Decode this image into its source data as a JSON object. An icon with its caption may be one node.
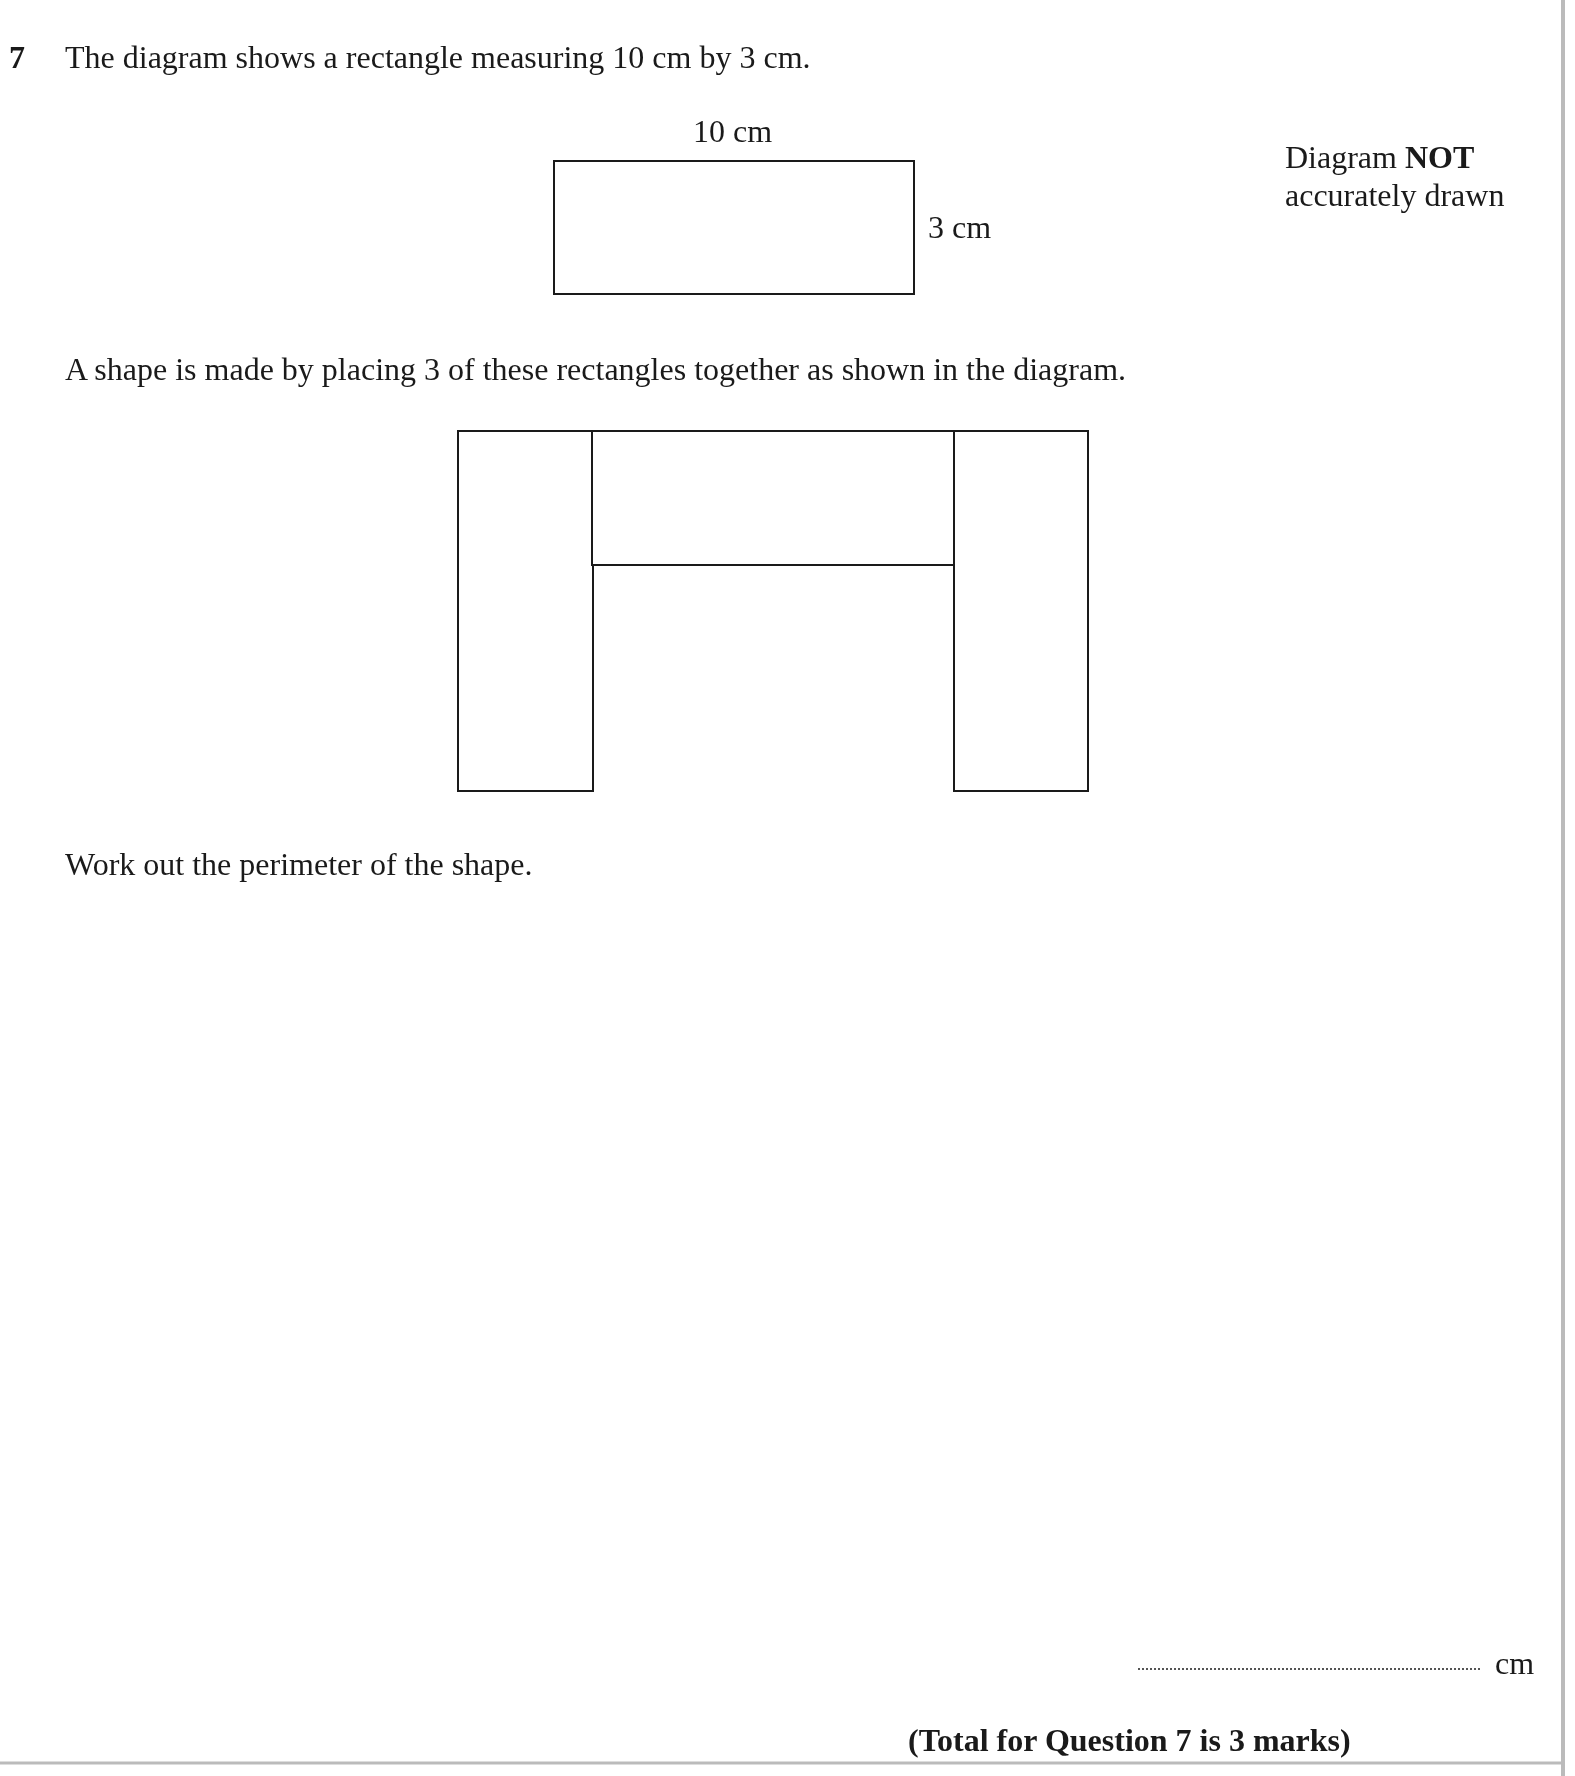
{
  "diagram": {
    "nodes": [
      {
        "text": [],
        "shape": "box"
      },
      {
        "text": [],
        "shape": "box"
      },
      {
        "text": [],
        "shape": "box"
      },
      {
        "text": [],
        "shape": "box"
      }
    ],
    "labels": [
      "7",
      "The diagram shows a rectangle measuring 10 cm by 3 cm.",
      "10 cm",
      "3 cm",
      "Diagram **NOT** accurately drawn",
      "A shape is made by placing 3 of these rectangles together as shown in the diagram.",
      "Work out the perimeter of the shape.",
      "cm",
      "(Total for Question 7 is 3 marks)"
    ]
  }
}
